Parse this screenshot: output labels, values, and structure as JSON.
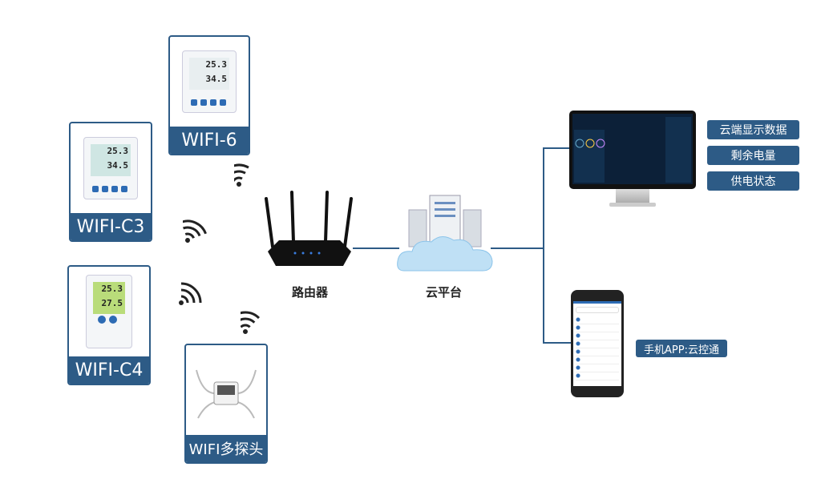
{
  "devices": [
    {
      "label": "WIFI-6",
      "lcd": [
        "25.3",
        "34.5"
      ]
    },
    {
      "label": "WIFI-C3",
      "lcd": [
        "25.3",
        "34.5"
      ]
    },
    {
      "label": "WIFI-C4",
      "lcd": [
        "25.3",
        "27.5"
      ]
    },
    {
      "label": "WIFI多探头",
      "lcd": [
        "",
        ""
      ]
    }
  ],
  "router": {
    "label": "路由器"
  },
  "cloud": {
    "label": "云平台"
  },
  "monitor_features": [
    "云端显示数据",
    "剩余电量",
    "供电状态"
  ],
  "app": {
    "label": "手机APP:云控通"
  },
  "colors": {
    "accent": "#2d5b86"
  }
}
